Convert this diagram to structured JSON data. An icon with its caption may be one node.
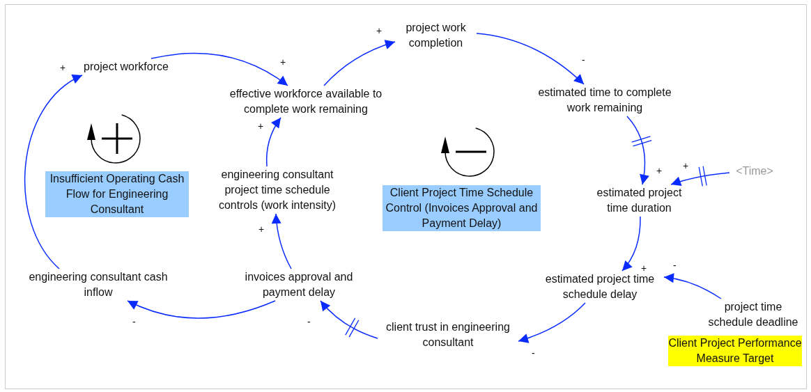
{
  "diagram": {
    "nodes": [
      {
        "text": [
          "project workforce"
        ]
      },
      {
        "text": [
          "effective workforce available to complete work remaining"
        ]
      },
      {
        "text": [
          "project work completion"
        ]
      },
      {
        "text": [
          "estimated time to complete work remaining"
        ]
      },
      {
        "text": [
          "engineering consultant project time schedule controls (work intensity)"
        ]
      },
      {
        "text": [
          "Insufficient Operating Cash Flow for Engineering Consultant"
        ]
      },
      {
        "text": [
          "Client Project Time Schedule Control (Invoices Approval and Payment Delay)"
        ]
      },
      {
        "text": [
          "estimated project time duration"
        ]
      },
      {
        "text": [
          "<Time>"
        ]
      },
      {
        "text": [
          "engineering consultant cash inflow"
        ]
      },
      {
        "text": [
          "invoices approval and payment delay"
        ]
      },
      {
        "text": [
          "estimated project time schedule delay"
        ]
      },
      {
        "text": [
          "project time schedule deadline"
        ]
      },
      {
        "text": [
          "client trust in engineering consultant"
        ]
      },
      {
        "text": [
          "Client Project Performance Measure Target"
        ]
      }
    ],
    "edges": [
      {
        "from": 9,
        "to": 0,
        "arrow": "to",
        "label": "+"
      },
      {
        "from": 0,
        "to": 1,
        "arrow": "to",
        "label": "+"
      },
      {
        "from": 1,
        "to": 2,
        "arrow": "to",
        "label": "+"
      },
      {
        "from": 2,
        "to": 3,
        "arrow": "to",
        "label": "-"
      },
      {
        "from": 3,
        "to": 7,
        "arrow": "to",
        "label": "+"
      },
      {
        "from": 8,
        "to": 7,
        "arrow": "to",
        "label": "+"
      },
      {
        "from": 7,
        "to": 11,
        "arrow": "to",
        "label": "+"
      },
      {
        "from": 12,
        "to": 11,
        "arrow": "to",
        "label": "-"
      },
      {
        "from": 11,
        "to": 13,
        "arrow": "to",
        "label": "-"
      },
      {
        "from": 13,
        "to": 10,
        "arrow": "to",
        "label": "-"
      },
      {
        "from": 10,
        "to": 9,
        "arrow": "to",
        "label": "-"
      },
      {
        "from": 10,
        "to": 4,
        "arrow": "to",
        "label": "+"
      },
      {
        "from": 4,
        "to": 1,
        "arrow": "to",
        "label": "+"
      }
    ]
  }
}
